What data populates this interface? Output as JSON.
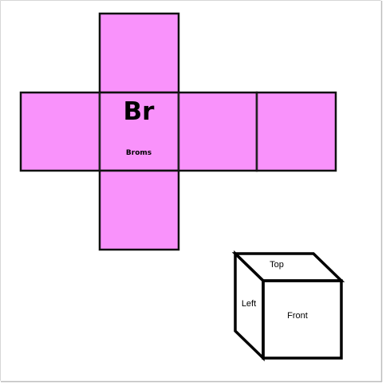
{
  "colors": {
    "face_fill": "#f992fb",
    "outline": "#111111",
    "background": "#ffffff"
  },
  "net": {
    "element_symbol": "Br",
    "element_name": "Broms"
  },
  "cube": {
    "top_label": "Top",
    "left_label": "Left",
    "front_label": "Front"
  }
}
